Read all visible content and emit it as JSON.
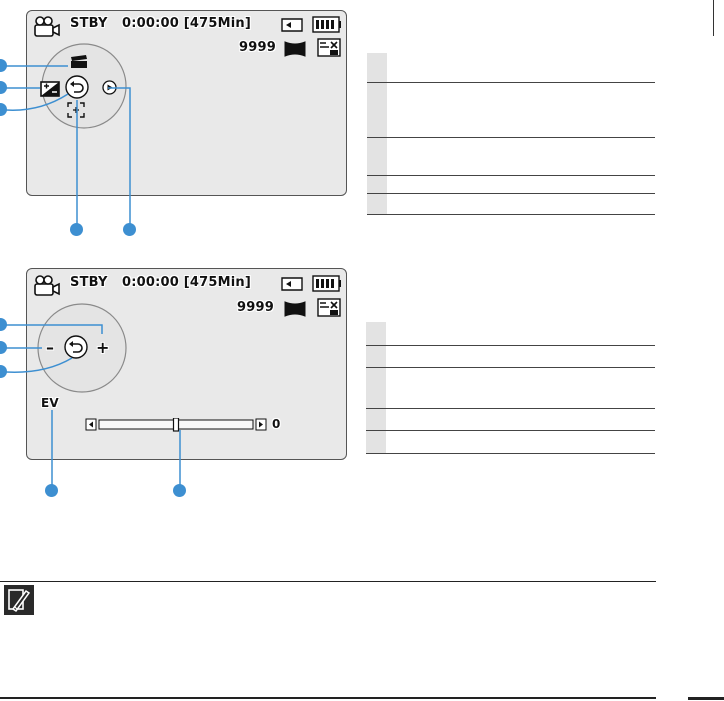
{
  "screen1": {
    "mode": "STBY",
    "time": "0:00:00 [475Min]",
    "count": "9999"
  },
  "screen2": {
    "mode": "STBY",
    "time": "0:00:00 [475Min]",
    "count": "9999",
    "plus_label": "+",
    "minus_label": "–",
    "ev_label": "EV",
    "ev_value": "0",
    "ev_level": 0.5
  },
  "colors": {
    "callout": "#3d8fd1",
    "screen_bg": "#e9e9e9",
    "table_cell": "#e3e3e3"
  },
  "icons": [
    "camcorder-icon",
    "memory-card-icon",
    "battery-icon",
    "quality-icon",
    "resolution-icon",
    "scene-icon",
    "exposure-icon",
    "return-icon",
    "play-icon",
    "focus-icon",
    "note-icon"
  ]
}
